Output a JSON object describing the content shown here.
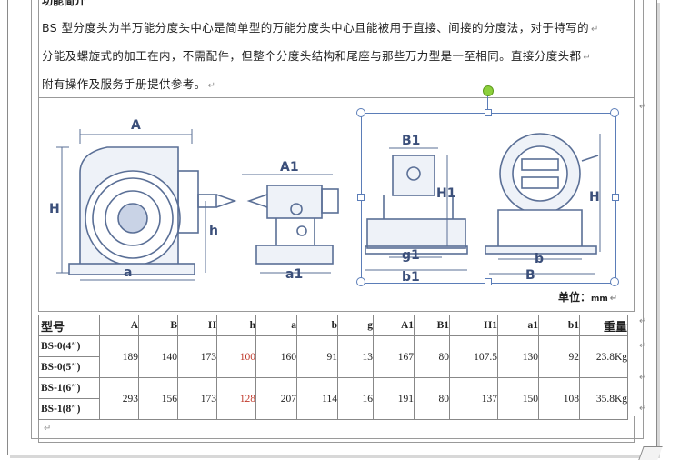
{
  "section_heading": "功能简介",
  "paragraph_lines": [
    "BS 型分度头为半万能分度头中心是简单型的万能分度头中心且能被用于直接、间接的分度法，对于特写的",
    "分能及螺旋式的加工在内，不需配件，但整个分度头结构和尾座与那些万力型是一至相同。直接分度头都",
    "附有操作及服务手册提供参考。"
  ],
  "para_mark": "↵",
  "diagram_left_labels": {
    "A": "A",
    "A1": "A1",
    "H": "H",
    "h": "h",
    "a": "a",
    "a1": "a1"
  },
  "diagram_right_labels": {
    "B1": "B1",
    "H1": "H1",
    "g1": "g1",
    "b1": "b1",
    "b": "b",
    "B": "B",
    "H": "H"
  },
  "unit_label": "单位：",
  "unit_value": "mm",
  "table": {
    "headers": [
      "型号",
      "A",
      "B",
      "H",
      "h",
      "a",
      "b",
      "g",
      "A1",
      "B1",
      "H1",
      "a1",
      "b1",
      "重量"
    ],
    "groups": [
      {
        "models": [
          "BS-0(4″)",
          "BS-0(5″)"
        ],
        "values": [
          "189",
          "140",
          "173",
          "100",
          "160",
          "91",
          "13",
          "167",
          "80",
          "107.5",
          "130",
          "92",
          "23.8Kg"
        ]
      },
      {
        "models": [
          "BS-1(6″)",
          "BS-1(8″)"
        ],
        "values": [
          "293",
          "156",
          "173",
          "128",
          "207",
          "114",
          "16",
          "191",
          "80",
          "137",
          "150",
          "108",
          "35.8Kg"
        ]
      }
    ]
  },
  "colors": {
    "selection": "#5b7db8",
    "rotate_handle": "#8cd03c",
    "highlight_value": "#c0392b"
  }
}
